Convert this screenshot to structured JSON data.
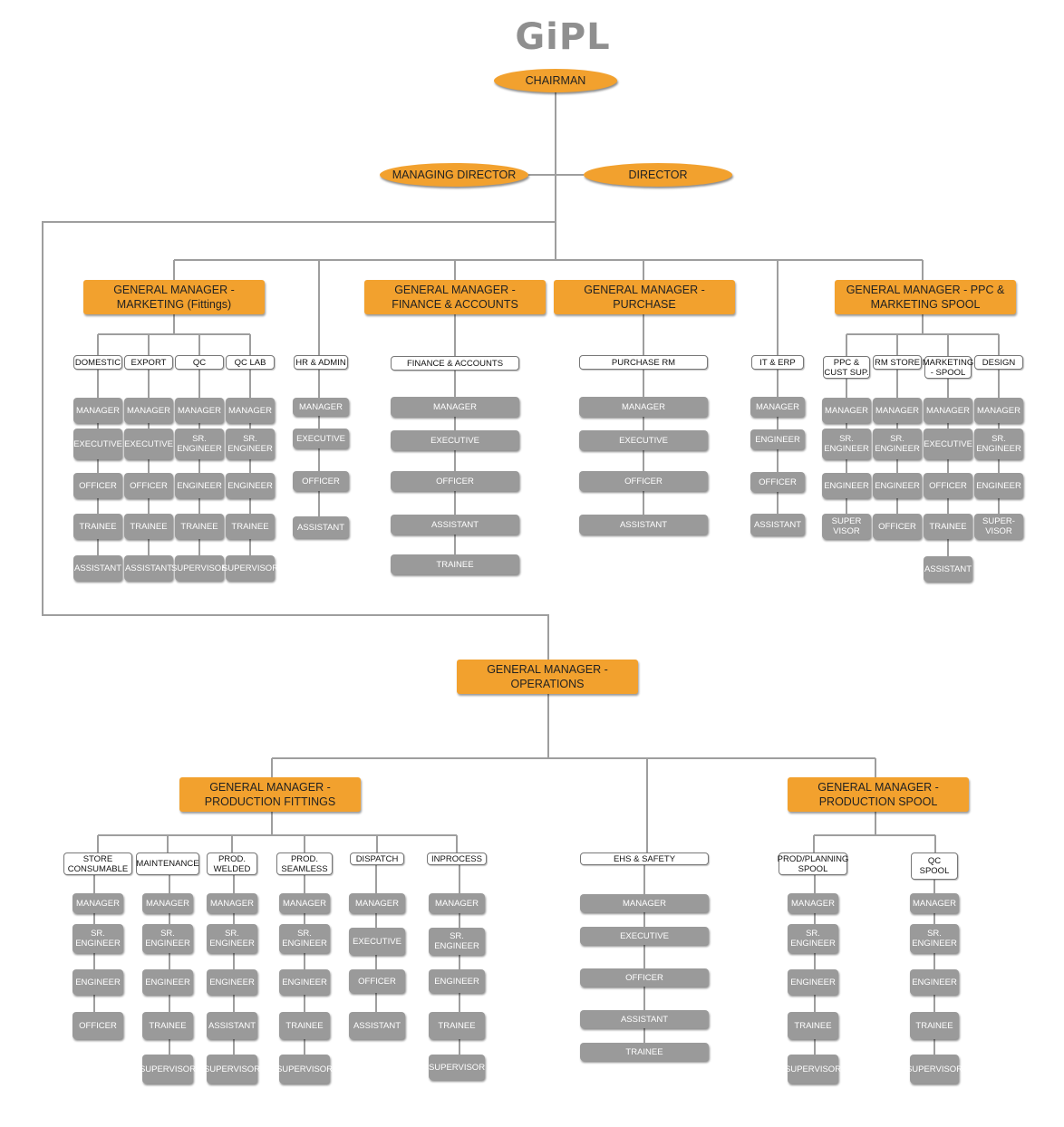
{
  "logo": "GiPL",
  "top": {
    "chairman": "CHAIRMAN",
    "managing_director": "MANAGING DIRECTOR",
    "director": "DIRECTOR"
  },
  "gm": {
    "marketing": "GENERAL MANAGER -\nMARKETING (Fittings)",
    "finance": "GENERAL MANAGER -\nFINANCE & ACCOUNTS",
    "purchase": "GENERAL MANAGER -\nPURCHASE",
    "ppc": "GENERAL MANAGER - PPC &\nMARKETING SPOOL",
    "operations": "GENERAL MANAGER -\nOPERATIONS",
    "prod_fittings": "GENERAL MANAGER -\nPRODUCTION FITTINGS",
    "prod_spool": "GENERAL MANAGER -\nPRODUCTION SPOOL"
  },
  "departments": {
    "domestic": {
      "title": "DOMESTIC",
      "roles": [
        "MANAGER",
        "EXECUTIVE",
        "OFFICER",
        "TRAINEE",
        "ASSISTANT"
      ]
    },
    "export": {
      "title": "EXPORT",
      "roles": [
        "MANAGER",
        "EXECUTIVE",
        "OFFICER",
        "TRAINEE",
        "ASSISTANT"
      ]
    },
    "qc": {
      "title": "QC",
      "roles": [
        "MANAGER",
        "SR.\nENGINEER",
        "ENGINEER",
        "TRAINEE",
        "SUPERVISOR"
      ]
    },
    "qclab": {
      "title": "QC LAB",
      "roles": [
        "MANAGER",
        "SR.\nENGINEER",
        "ENGINEER",
        "TRAINEE",
        "SUPERVISOR"
      ]
    },
    "hr": {
      "title": "HR & ADMIN",
      "roles": [
        "MANAGER",
        "EXECUTIVE",
        "OFFICER",
        "ASSISTANT"
      ]
    },
    "fa": {
      "title": "FINANCE & ACCOUNTS",
      "roles": [
        "MANAGER",
        "EXECUTIVE",
        "OFFICER",
        "ASSISTANT",
        "TRAINEE"
      ]
    },
    "prm": {
      "title": "PURCHASE RM",
      "roles": [
        "MANAGER",
        "EXECUTIVE",
        "OFFICER",
        "ASSISTANT"
      ]
    },
    "it": {
      "title": "IT & ERP",
      "roles": [
        "MANAGER",
        "ENGINEER",
        "OFFICER",
        "ASSISTANT"
      ]
    },
    "ppcsup": {
      "title": "PPC &\nCUST SUP.",
      "roles": [
        "MANAGER",
        "SR.\nENGINEER",
        "ENGINEER",
        "SUPER\nVISOR"
      ]
    },
    "rmstore": {
      "title": "RM STORE",
      "roles": [
        "MANAGER",
        "SR.\nENGINEER",
        "ENGINEER",
        "OFFICER"
      ]
    },
    "mktspool": {
      "title": "MARKETING\n- SPOOL",
      "roles": [
        "MANAGER",
        "EXECUTIVE",
        "OFFICER",
        "TRAINEE",
        "ASSISTANT"
      ]
    },
    "design": {
      "title": "DESIGN",
      "roles": [
        "MANAGER",
        "SR.\nENGINEER",
        "ENGINEER",
        "SUPER-\nVISOR"
      ]
    },
    "store": {
      "title": "STORE\nCONSUMABLE",
      "roles": [
        "MANAGER",
        "SR.\nENGINEER",
        "ENGINEER",
        "OFFICER"
      ]
    },
    "maint": {
      "title": "MAINTENANCE",
      "roles": [
        "MANAGER",
        "SR.\nENGINEER",
        "ENGINEER",
        "TRAINEE",
        "SUPERVISOR"
      ]
    },
    "welded": {
      "title": "PROD.\nWELDED",
      "roles": [
        "MANAGER",
        "SR.\nENGINEER",
        "ENGINEER",
        "ASSISTANT",
        "SUPERVISOR"
      ]
    },
    "seamless": {
      "title": "PROD.\nSEAMLESS",
      "roles": [
        "MANAGER",
        "SR.\nENGINEER",
        "ENGINEER",
        "TRAINEE",
        "SUPERVISOR"
      ]
    },
    "dispatch": {
      "title": "DISPATCH",
      "roles": [
        "MANAGER",
        "EXECUTIVE",
        "OFFICER",
        "ASSISTANT"
      ]
    },
    "inprocess": {
      "title": "INPROCESS",
      "roles": [
        "MANAGER",
        "SR. ENGINEER",
        "ENGINEER",
        "TRAINEE",
        "SUPERVISOR"
      ]
    },
    "ehs": {
      "title": "EHS & SAFETY",
      "roles": [
        "MANAGER",
        "EXECUTIVE",
        "OFFICER",
        "ASSISTANT",
        "TRAINEE"
      ]
    },
    "prodplan": {
      "title": "PROD/PLANNING\nSPOOL",
      "roles": [
        "MANAGER",
        "SR.\nENGINEER",
        "ENGINEER",
        "TRAINEE",
        "SUPERVISOR"
      ]
    },
    "qcspool": {
      "title": "QC\nSPOOL",
      "roles": [
        "MANAGER",
        "SR.\nENGINEER",
        "ENGINEER",
        "TRAINEE",
        "SUPERVISOR"
      ]
    }
  },
  "colors": {
    "accent": "#f2a12e",
    "role_box": "#9a9a9a",
    "connector": "#9e9e9e",
    "logo_gray": "#8f8f8f"
  }
}
